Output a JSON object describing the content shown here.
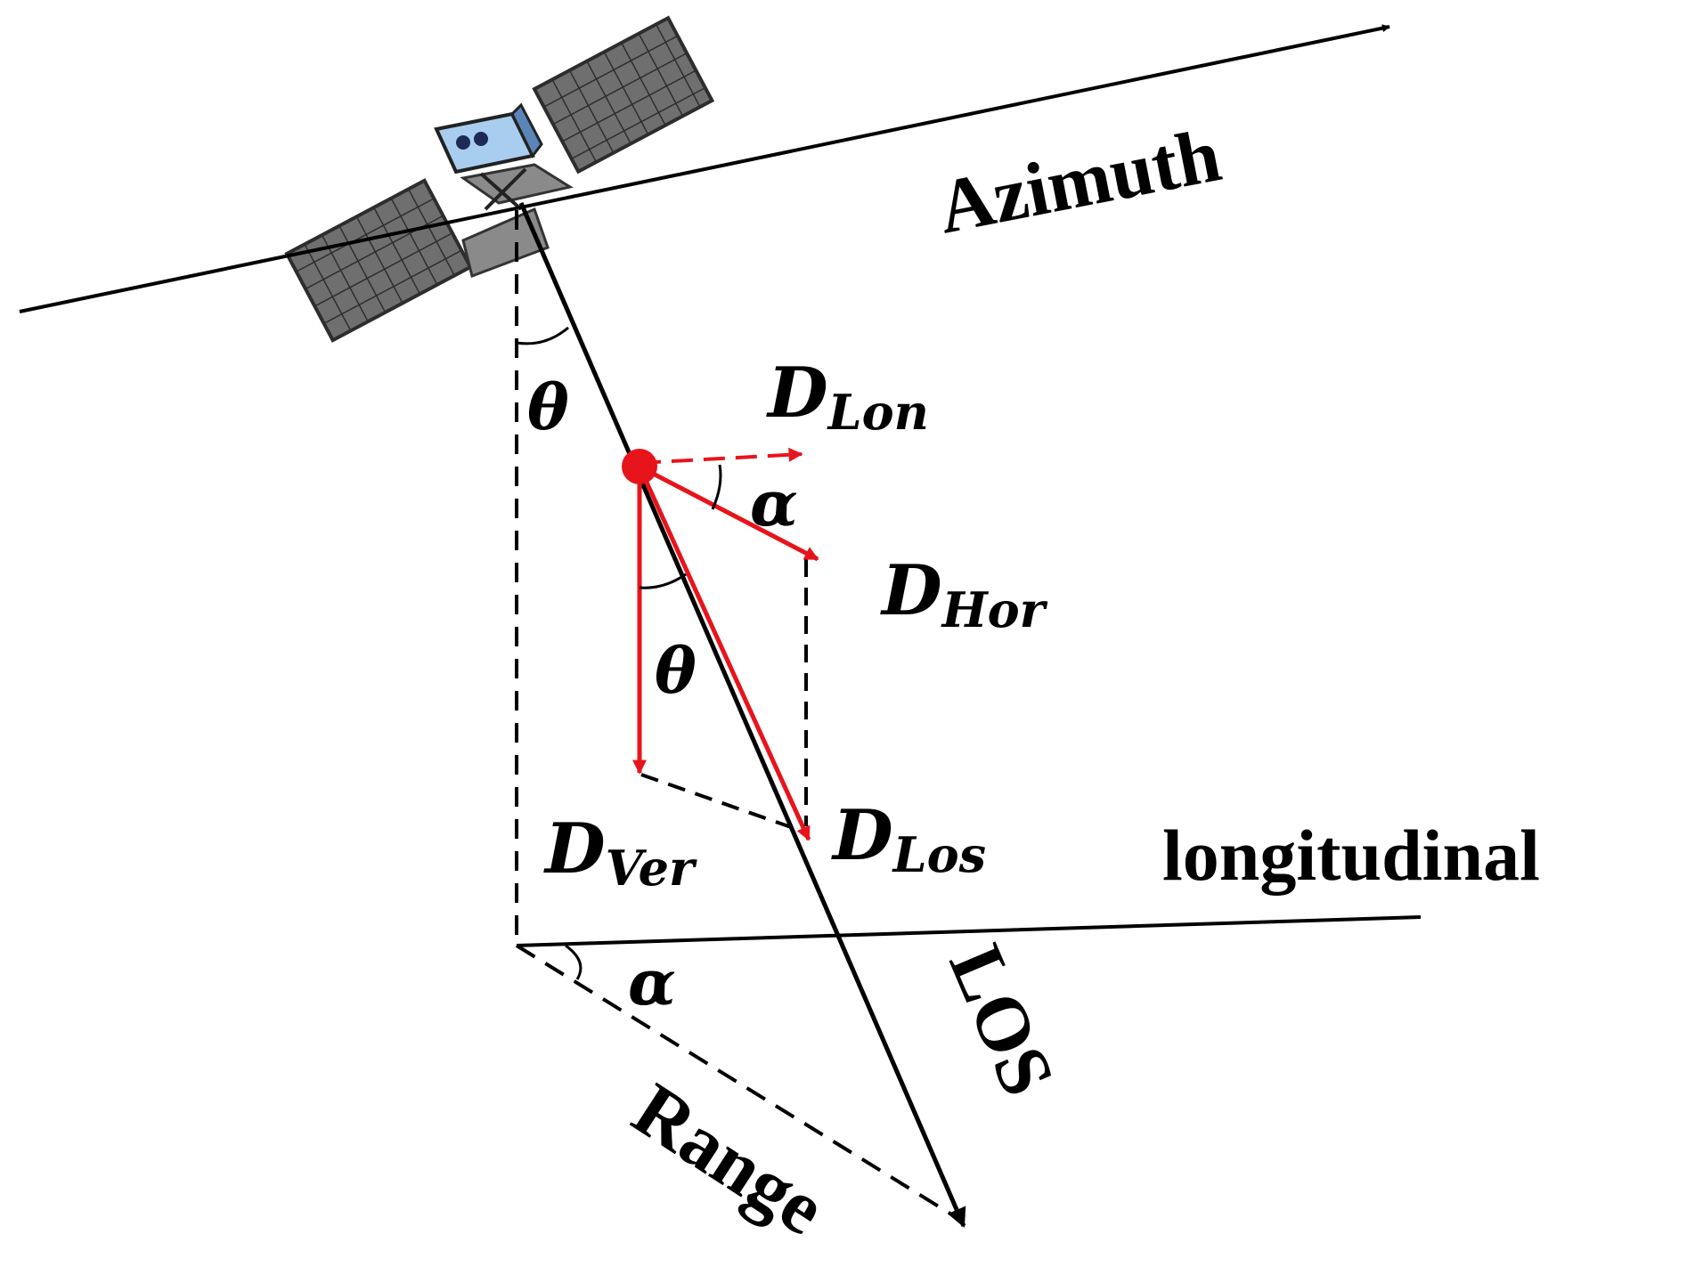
{
  "diagram": {
    "labels": {
      "azimuth": "Azimuth",
      "longitudinal": "longitudinal",
      "los": "LOS",
      "range": "Range",
      "theta_top": "θ",
      "theta_mid": "θ",
      "alpha_top": "α",
      "alpha_bottom": "α",
      "d_lon": {
        "main": "D",
        "sub": "Lon"
      },
      "d_hor": {
        "main": "D",
        "sub": "Hor"
      },
      "d_ver": {
        "main": "D",
        "sub": "Ver"
      },
      "d_los": {
        "main": "D",
        "sub": "Los"
      }
    },
    "colors": {
      "line": "#000000",
      "vector": "#e8141b",
      "panel": "#6f6f6f",
      "panel_grid": "#2d2d2d",
      "body_blue": "#a9cdef",
      "bracket_gray": "#8a8a8a"
    },
    "icons": [
      "satellite-icon"
    ]
  }
}
